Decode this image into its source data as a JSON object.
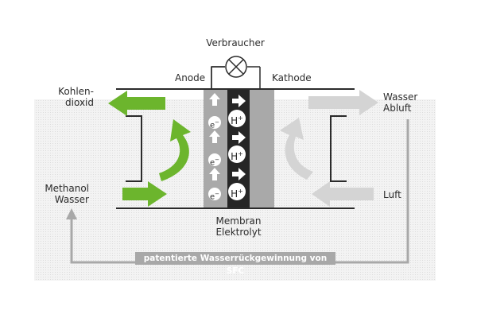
{
  "consumer_label": "Verbraucher",
  "anode_label": "Anode",
  "cathode_label": "Kathode",
  "left_outputs": {
    "line1": "Kohlen-",
    "line2": "dioxid"
  },
  "left_inputs": {
    "line1": "Methanol",
    "line2": "Wasser"
  },
  "right_outputs": {
    "line1": "Wasser",
    "line2": "Abluft"
  },
  "right_input": "Luft",
  "membrane_label": {
    "line1": "Membran",
    "line2": "Elektrolyt"
  },
  "recovery_banner": "patentierte Wasserrückgewinnung von SFC",
  "electron_label": "e",
  "electron_charge": "−",
  "proton_label": "H",
  "proton_charge": "+",
  "colors": {
    "fuel_green": "#6cb52d",
    "light_gray_arrow": "#d4d4d4",
    "electrode_gray": "#a9a9a9",
    "membrane_dark": "#262626",
    "background_gray": "#eeeeee",
    "recovery_line": "#a8a8a8"
  }
}
